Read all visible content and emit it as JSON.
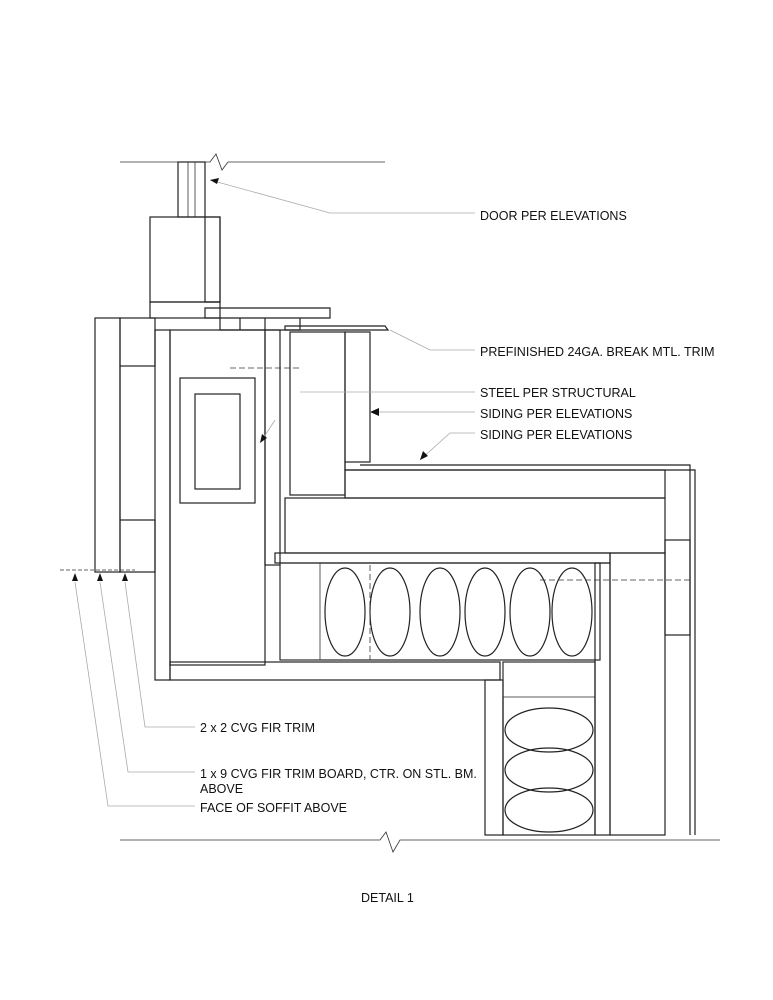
{
  "detail_title": "DETAIL 1",
  "callouts_right": [
    {
      "text": "DOOR PER ELEVATIONS"
    },
    {
      "text": "PREFINISHED 24GA. BREAK MTL. TRIM"
    },
    {
      "text": "STEEL PER STRUCTURAL"
    },
    {
      "text": "SIDING PER ELEVATIONS"
    },
    {
      "text": "SIDING PER ELEVATIONS"
    }
  ],
  "callouts_left": [
    {
      "text": "2 x 2 CVG FIR TRIM"
    },
    {
      "text": "1 x 9 CVG FIR TRIM BOARD, CTR. ON STL. BM.",
      "text2": "ABOVE"
    },
    {
      "text": "FACE OF SOFFIT ABOVE"
    }
  ],
  "colors": {
    "line": "#222222",
    "leader": "#aaaaaa"
  }
}
